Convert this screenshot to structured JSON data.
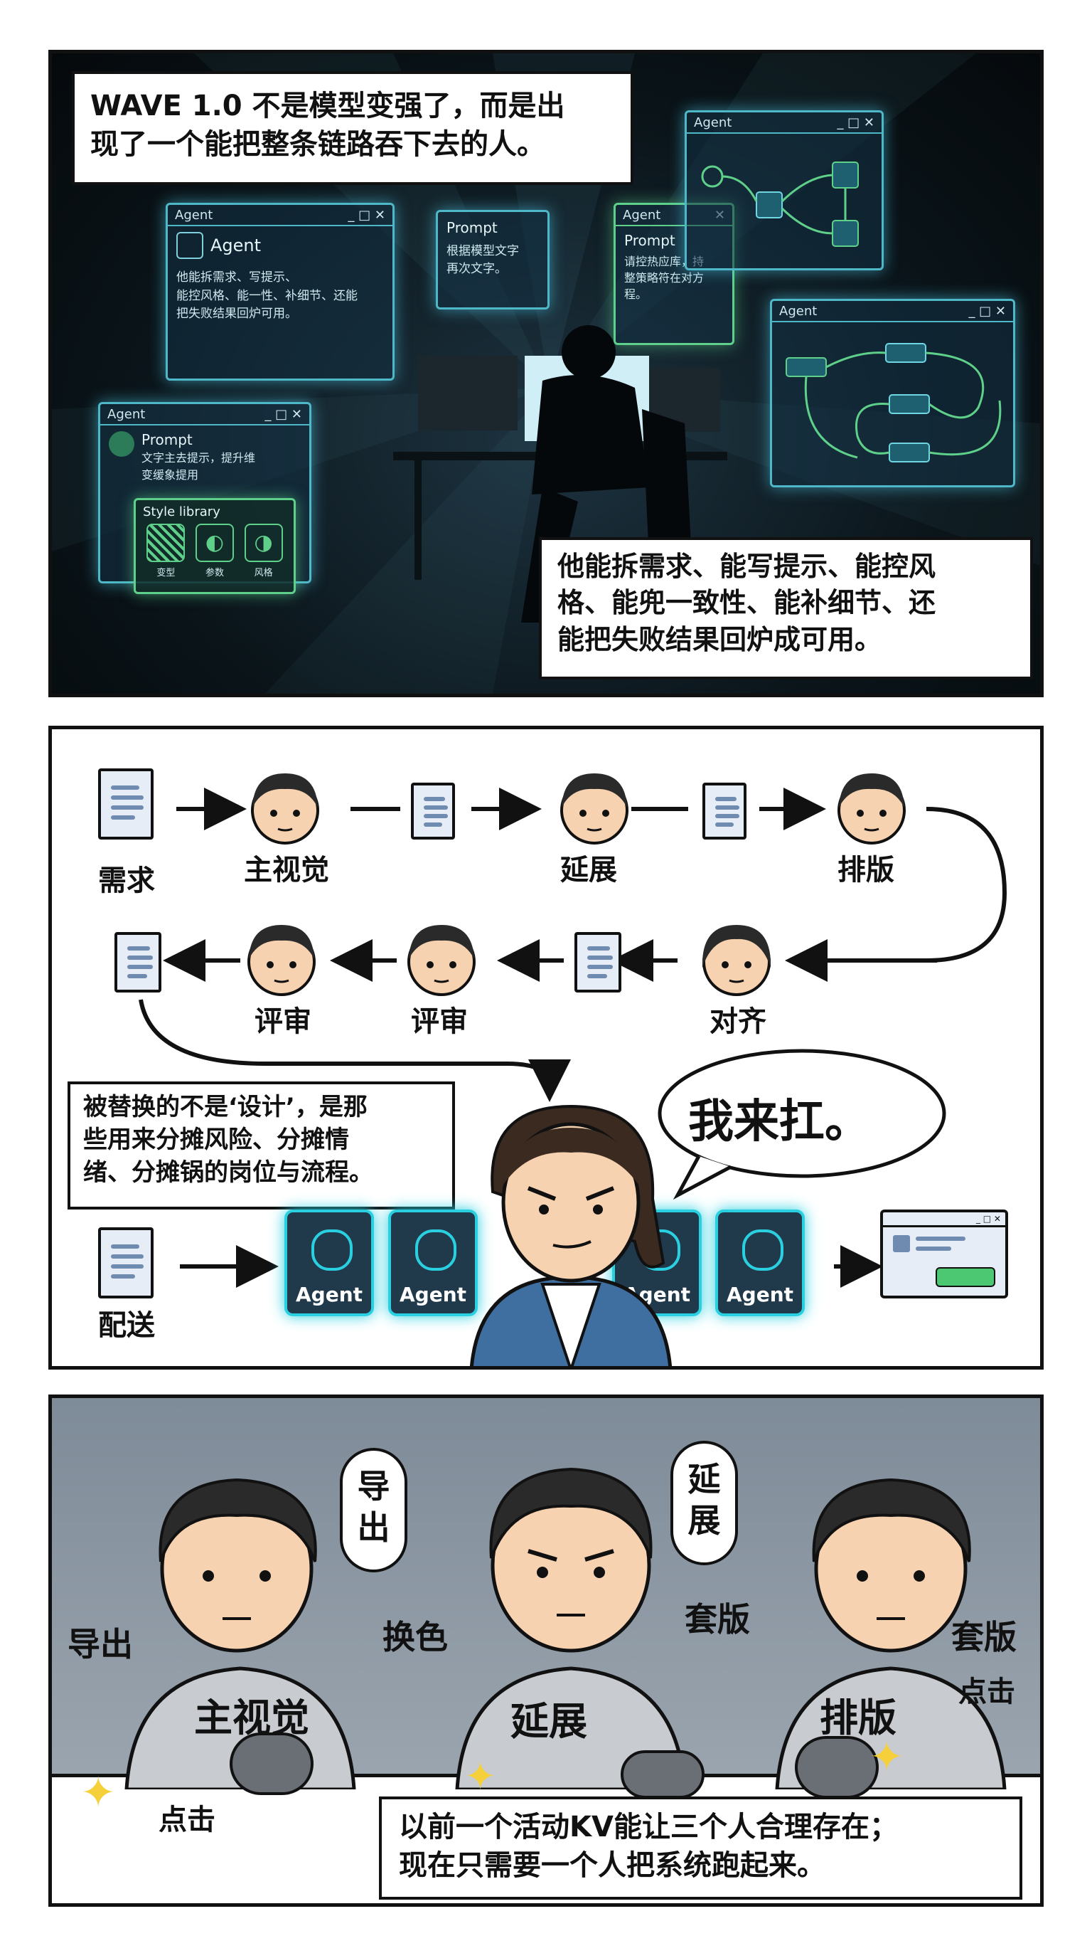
{
  "panel1": {
    "caption_top": [
      "WAVE 1.0 不是模型变强了，而是出",
      "现了一个能把整条链路吞下去的人。"
    ],
    "caption_bottom": [
      "他能拆需求、能写提示、能控风",
      "格、能兜一致性、能补细节、还",
      "能把失败结果回炉成可用。"
    ],
    "win_agent_main": {
      "tag": "Agent",
      "title": "Agent",
      "text": [
        "他能拆需求、写提示、",
        "能控风格、能一性、补细节、还能",
        "把失败结果回炉可用。"
      ]
    },
    "bubble_prompt": {
      "title": "Prompt",
      "text": [
        "根据模型文字",
        "再次文字。"
      ]
    },
    "win_agent_prompt": {
      "tag": "Agent",
      "title": "Prompt",
      "text": [
        "请控热应库，持",
        "整策略符在对方",
        "程。"
      ]
    },
    "win_agent_flow1": {
      "tag": "Agent"
    },
    "win_agent_flow2": {
      "tag": "Agent"
    },
    "win_agent_style": {
      "tag": "Agent",
      "title": "Prompt",
      "text": [
        "文字主去提示，提升维",
        "变缓象提用"
      ],
      "library_title": "Style library",
      "library_items": [
        "变型",
        "参数",
        "风格"
      ]
    }
  },
  "panel2": {
    "row1_labels": [
      "需求",
      "主视觉",
      "延展",
      "排版"
    ],
    "row2_labels": [
      "评审",
      "评审",
      "对齐"
    ],
    "caption": [
      "被替换的不是‘设计’，是那",
      "些用来分摊风险、分摊情",
      "绪、分摊锅的岗位与流程。"
    ],
    "speech": "我来扛。",
    "delivery_label": "配送",
    "agents": [
      "Agent",
      "Agent",
      "Agent",
      "Agent"
    ]
  },
  "panel3": {
    "bubble_left": [
      "导",
      "出"
    ],
    "bubble_mid": [
      "延",
      "展"
    ],
    "shirt_labels": [
      "主视觉",
      "延展",
      "排版"
    ],
    "side_labels": {
      "left": "导出",
      "mid_left": "换色",
      "mid_right": "套版",
      "right": "套版"
    },
    "click_left": "点击",
    "click_right": "点击",
    "caption": [
      "以前一个活动KV能让三个人合理存在；",
      "现在只需要一个人把系统跑起来。"
    ]
  },
  "colors": {
    "panel1_bg": "#0e1a22",
    "glow": "#4fb8c8",
    "agent_card": "#203a4c",
    "agent_glow": "#2bd0e0",
    "panel3_bg": "#8e9aa6",
    "doc_fill": "#e6edf6",
    "skin": "#f7d2b0",
    "hair": "#2a2a2a",
    "sweater": "#c8cbd0",
    "jacket": "#3e6fa0"
  }
}
